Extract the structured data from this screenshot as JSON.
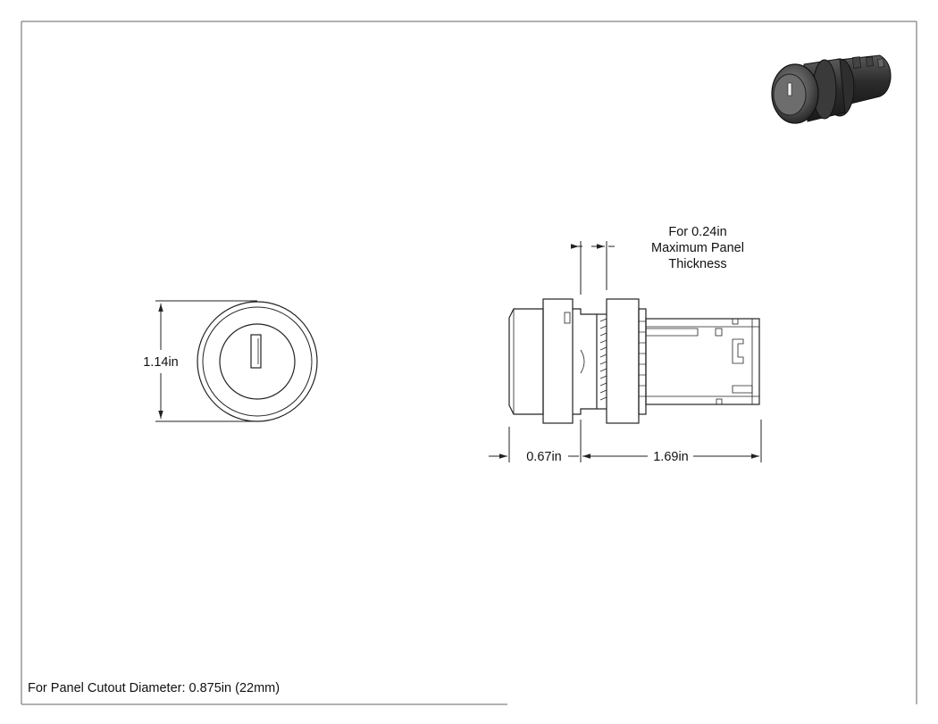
{
  "dimensions": {
    "diameter": "1.14in",
    "front_depth": "0.67in",
    "rear_depth": "1.69in",
    "panel_note": [
      "For 0.24in",
      "Maximum Panel",
      "Thickness"
    ]
  },
  "footer_note": "For Panel Cutout Diameter: 0.875in (22mm)",
  "colors": {
    "line": "#222222",
    "frame": "#555555",
    "photo_body": "#3a3a3a"
  }
}
